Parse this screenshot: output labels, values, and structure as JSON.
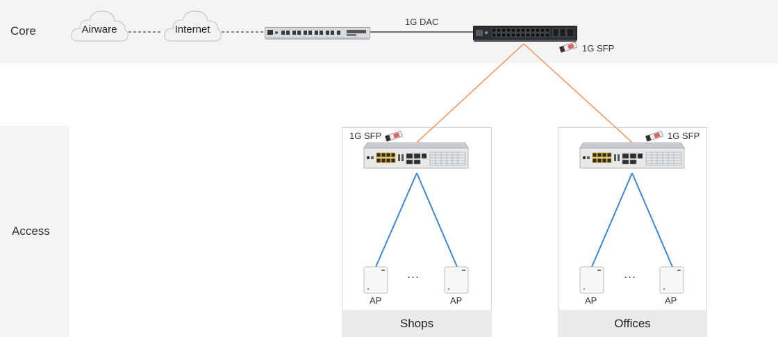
{
  "tiers": {
    "core": "Core",
    "access": "Access"
  },
  "clouds": {
    "airware": "Airware",
    "internet": "Internet"
  },
  "links": {
    "dac": "1G DAC",
    "sfp_core": "1G SFP",
    "sfp_shops": "1G SFP",
    "sfp_offices": "1G SFP"
  },
  "sites": {
    "shops": {
      "label": "Shops",
      "ap_left": "AP",
      "ap_right": "AP",
      "ellipsis": "..."
    },
    "offices": {
      "label": "Offices",
      "ap_left": "AP",
      "ap_right": "AP",
      "ellipsis": "..."
    }
  },
  "colors": {
    "fiber": "#f39a66",
    "wireless": "#3f86d0",
    "band": "#f4f4f4"
  }
}
